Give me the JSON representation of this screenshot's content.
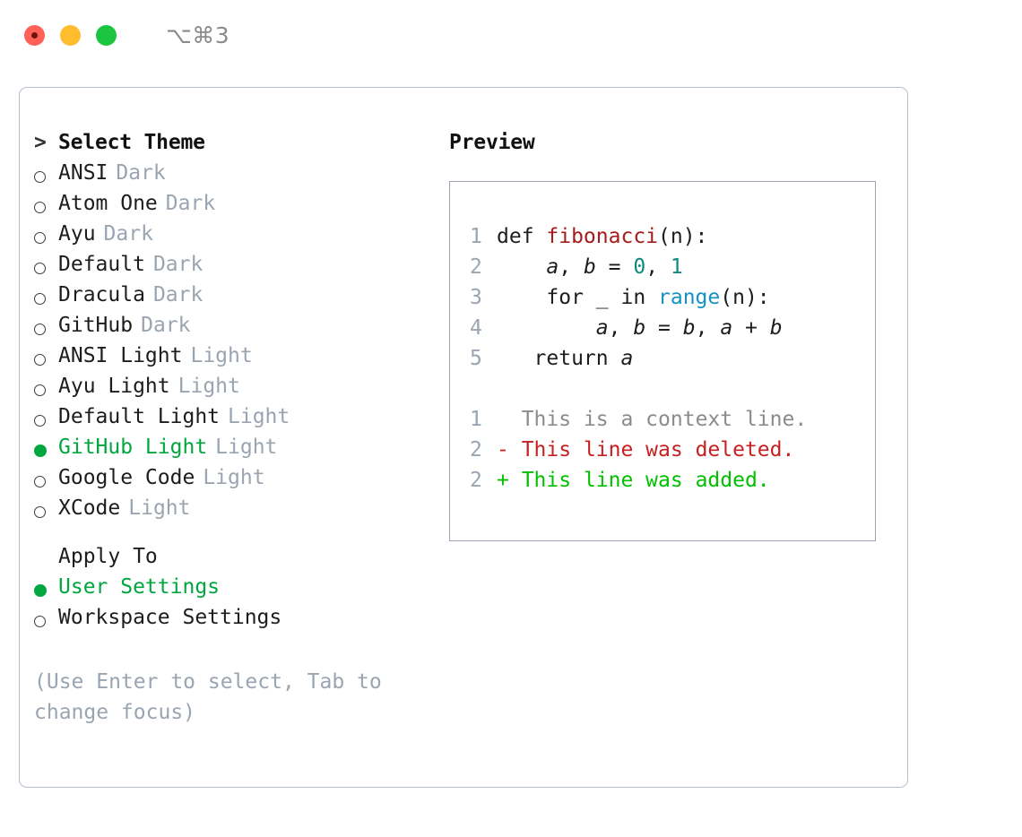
{
  "titlebar": {
    "shortcut": "⌥⌘3",
    "buttons": {
      "close": "close",
      "minimize": "minimize",
      "maximize": "maximize"
    }
  },
  "theme_picker": {
    "prompt_marker": "> ",
    "title": "Select Theme",
    "items": [
      {
        "label": "ANSI",
        "badge": "Dark",
        "selected": false
      },
      {
        "label": "Atom One",
        "badge": "Dark",
        "selected": false
      },
      {
        "label": "Ayu",
        "badge": "Dark",
        "selected": false
      },
      {
        "label": "Default",
        "badge": "Dark",
        "selected": false
      },
      {
        "label": "Dracula",
        "badge": "Dark",
        "selected": false
      },
      {
        "label": "GitHub",
        "badge": "Dark",
        "selected": false
      },
      {
        "label": "ANSI Light",
        "badge": "Light",
        "selected": false
      },
      {
        "label": "Ayu Light",
        "badge": "Light",
        "selected": false
      },
      {
        "label": "Default Light",
        "badge": "Light",
        "selected": false
      },
      {
        "label": "GitHub Light",
        "badge": "Light",
        "selected": true
      },
      {
        "label": "Google Code",
        "badge": "Light",
        "selected": false
      },
      {
        "label": "XCode",
        "badge": "Light",
        "selected": false
      }
    ]
  },
  "apply_to": {
    "title": "Apply To",
    "items": [
      {
        "label": "User Settings",
        "selected": true
      },
      {
        "label": "Workspace Settings",
        "selected": false
      }
    ]
  },
  "hint": "(Use Enter to select, Tab to change focus)",
  "preview": {
    "title": "Preview",
    "code_lines": [
      {
        "no": "1",
        "parts": [
          {
            "t": "def ",
            "k": "plain"
          },
          {
            "t": "fibonacci",
            "k": "func"
          },
          {
            "t": "(n):",
            "k": "plain"
          }
        ]
      },
      {
        "no": "2",
        "parts": [
          {
            "t": "    ",
            "k": "plain"
          },
          {
            "t": "a",
            "k": "var"
          },
          {
            "t": ", ",
            "k": "plain"
          },
          {
            "t": "b",
            "k": "var"
          },
          {
            "t": " = ",
            "k": "plain"
          },
          {
            "t": "0",
            "k": "num"
          },
          {
            "t": ", ",
            "k": "plain"
          },
          {
            "t": "1",
            "k": "num"
          }
        ]
      },
      {
        "no": "3",
        "parts": [
          {
            "t": "    for _ in ",
            "k": "plain"
          },
          {
            "t": "range",
            "k": "builtin"
          },
          {
            "t": "(n):",
            "k": "plain"
          }
        ]
      },
      {
        "no": "4",
        "parts": [
          {
            "t": "        ",
            "k": "plain"
          },
          {
            "t": "a",
            "k": "var"
          },
          {
            "t": ", ",
            "k": "plain"
          },
          {
            "t": "b",
            "k": "var"
          },
          {
            "t": " = ",
            "k": "plain"
          },
          {
            "t": "b",
            "k": "var"
          },
          {
            "t": ", ",
            "k": "plain"
          },
          {
            "t": "a",
            "k": "var"
          },
          {
            "t": " + ",
            "k": "plain"
          },
          {
            "t": "b",
            "k": "var"
          }
        ]
      },
      {
        "no": "5",
        "parts": [
          {
            "t": "   return ",
            "k": "plain"
          },
          {
            "t": "a",
            "k": "var"
          }
        ]
      }
    ],
    "diff_lines": [
      {
        "no": "1",
        "sign": "  ",
        "text": "This is a context line.",
        "kind": "context"
      },
      {
        "no": "2",
        "sign": "- ",
        "text": "This line was deleted.",
        "kind": "del"
      },
      {
        "no": "2",
        "sign": "+ ",
        "text": "This line was added.",
        "kind": "add"
      }
    ]
  },
  "colors": {
    "accent_green": "#00a63e",
    "diff_add": "#00c000",
    "diff_del": "#c62020",
    "muted": "#9aa5b1",
    "syntax_func": "#a61b1b",
    "syntax_num": "#0d8a80",
    "syntax_builtin": "#1790c4"
  }
}
